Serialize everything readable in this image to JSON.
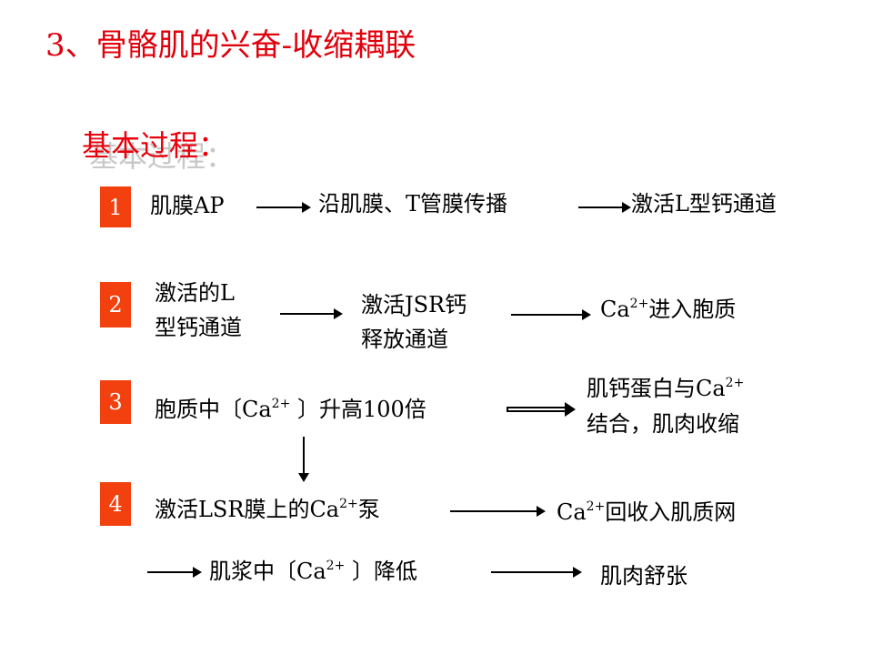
{
  "title": "3、骨骼肌的兴奋-收缩耦联",
  "subtitle": "基本过程：",
  "steps": [
    {
      "num": "1"
    },
    {
      "num": "2"
    },
    {
      "num": "3"
    },
    {
      "num": "4"
    }
  ],
  "row1": {
    "a": "肌膜AP",
    "b": "沿肌膜、T管膜传播",
    "c": "激活L型钙通道"
  },
  "row2": {
    "a1": "激活的L",
    "a2": "型钙通道",
    "b1": "激活JSR钙",
    "b2": "释放通道",
    "c_pre": "Ca",
    "c_sup": "2+",
    "c_post": "进入胞质"
  },
  "row3": {
    "a_pre": "胞质中〔Ca",
    "a_sup": "2+",
    "a_post": " 〕升高100倍",
    "b1_pre": "肌钙蛋白与Ca",
    "b1_sup": "2+",
    "b2": "结合，肌肉收缩"
  },
  "row4": {
    "a_pre": "激活LSR膜上的Ca",
    "a_sup": "2+",
    "a_post": "泵",
    "b_pre": "Ca",
    "b_sup": "2+",
    "b_post": "回收入肌质网"
  },
  "row5": {
    "a_pre": "肌浆中〔Ca",
    "a_sup": "2+",
    "a_post": " 〕降低",
    "b": "肌肉舒张"
  },
  "colors": {
    "title": "#e0000b",
    "badge": "#f2400f"
  }
}
